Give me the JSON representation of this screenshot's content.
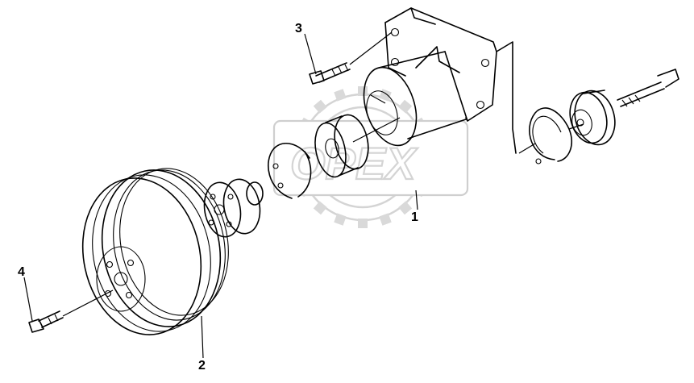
{
  "watermark": {
    "text": "OPEX"
  },
  "callouts": [
    {
      "id": "1",
      "label": "1"
    },
    {
      "id": "2",
      "label": "2"
    },
    {
      "id": "3",
      "label": "3"
    },
    {
      "id": "4",
      "label": "4"
    }
  ]
}
